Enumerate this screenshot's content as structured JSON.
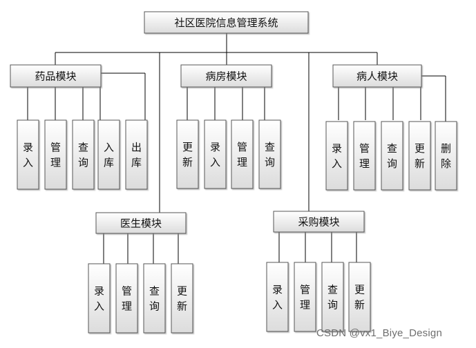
{
  "system": {
    "title": "社区医院信息管理系统"
  },
  "modules": {
    "drug": {
      "title": "药品模块",
      "items": [
        "录入",
        "管理",
        "查询",
        "入库",
        "出库"
      ]
    },
    "ward": {
      "title": "病房模块",
      "items": [
        "更新",
        "录入",
        "管理",
        "查询"
      ]
    },
    "patient": {
      "title": "病人模块",
      "items": [
        "录入",
        "管理",
        "查询",
        "更新",
        "删除"
      ]
    },
    "doctor": {
      "title": "医生模块",
      "items": [
        "录入",
        "管理",
        "查询",
        "更新"
      ]
    },
    "purchase": {
      "title": "采购模块",
      "items": [
        "录入",
        "管理",
        "查询",
        "更新"
      ]
    }
  },
  "watermark": "CSDN @vx1_Biye_Design",
  "colors": {
    "box_fill_top": "#ffffff",
    "box_fill_bottom": "#dcdcdc",
    "line": "#000000",
    "border": "#555555"
  }
}
